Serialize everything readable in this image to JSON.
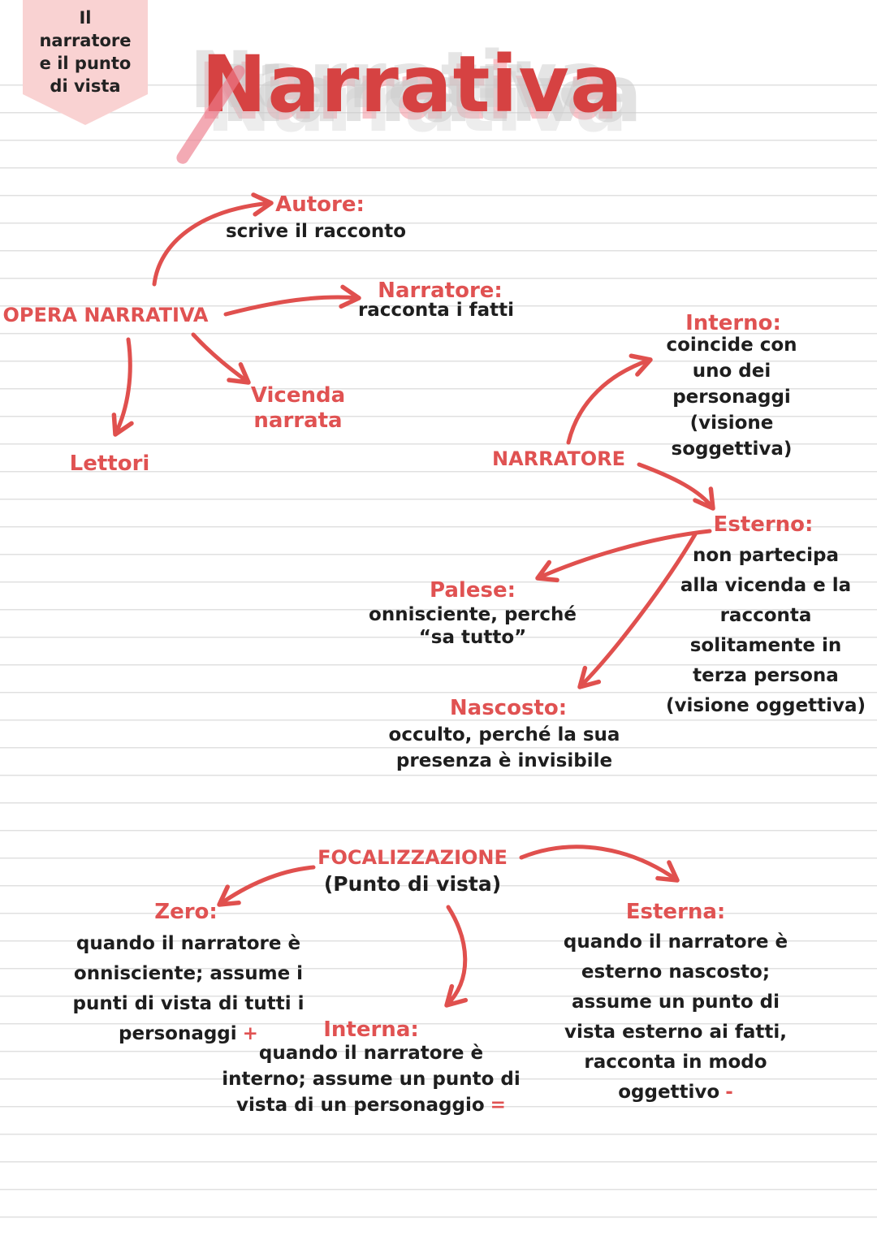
{
  "page": {
    "background": "#ffffff",
    "ruled_line_color": "#e0e0e0",
    "accent_red": "#e05252",
    "arrow_red": "#e0504e",
    "ink_black": "#1e1e1e",
    "ribbon_pink": "#f9d2d2",
    "title_red": "#d64242",
    "title_shadow_gray": "#cbcbcb"
  },
  "bookmark": {
    "lines": [
      "Il",
      "narratore",
      "e il punto",
      "di vista"
    ]
  },
  "title": {
    "text": "Narrativa"
  },
  "nodes": {
    "opera": {
      "label": "OPERA NARRATIVA"
    },
    "autore": {
      "label": "Autore:",
      "desc": "scrive il racconto"
    },
    "narratore_fn": {
      "label": "Narratore:",
      "desc": "racconta i fatti"
    },
    "vicenda": {
      "line1": "Vicenda",
      "line2": "narrata"
    },
    "lettori": {
      "label": "Lettori"
    },
    "narratore": {
      "label": "NARRATORE"
    },
    "interno": {
      "label": "Interno:",
      "lines": [
        "coincide con",
        "uno dei",
        "personaggi",
        "(visione",
        "soggettiva)"
      ]
    },
    "esterno": {
      "label": "Esterno:",
      "lines": [
        "non partecipa",
        "alla vicenda e la",
        "racconta",
        "solitamente in",
        "terza persona",
        "(visione oggettiva)"
      ]
    },
    "palese": {
      "label": "Palese:",
      "lines": [
        "onnisciente, perché",
        "“sa tutto”"
      ]
    },
    "nascosto": {
      "label": "Nascosto:",
      "lines": [
        "occulto, perché la sua",
        "presenza è invisibile"
      ]
    },
    "focalizzazione": {
      "label": "FOCALIZZAZIONE",
      "sub": "(Punto di vista)"
    },
    "zero": {
      "label": "Zero:",
      "lines": [
        "quando il narratore è",
        "onnisciente; assume i",
        "punti di vista di tutti i",
        "personaggi"
      ],
      "suffix": "+"
    },
    "interna": {
      "label": "Interna:",
      "lines": [
        "quando il narratore è",
        "interno; assume un punto di",
        "vista di un personaggio"
      ],
      "suffix": "="
    },
    "esterna": {
      "label": "Esterna:",
      "lines": [
        "quando il narratore è",
        "esterno nascosto;",
        "assume un punto di",
        "vista esterno ai fatti,",
        "racconta in modo",
        "oggettivo"
      ],
      "suffix": "-"
    }
  }
}
